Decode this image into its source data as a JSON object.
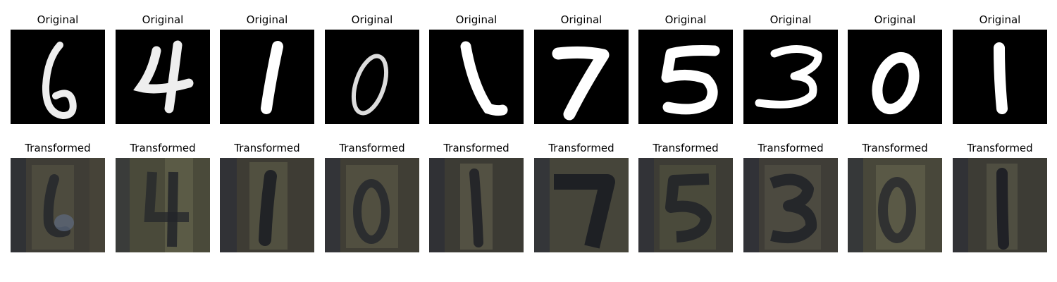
{
  "labels": {
    "original": "Original",
    "transformed": "Transformed"
  },
  "digits": [
    "6",
    "4",
    "1",
    "0",
    "1",
    "7",
    "5",
    "3",
    "0",
    "1"
  ],
  "colors": {
    "original_bg": "#000000",
    "original_stroke": "#f2f2f2",
    "transformed_bg": "#3d3b35",
    "transformed_dark": "#1e2026",
    "transformed_mid": "#555445",
    "transformed_light": "#7a7a62"
  }
}
